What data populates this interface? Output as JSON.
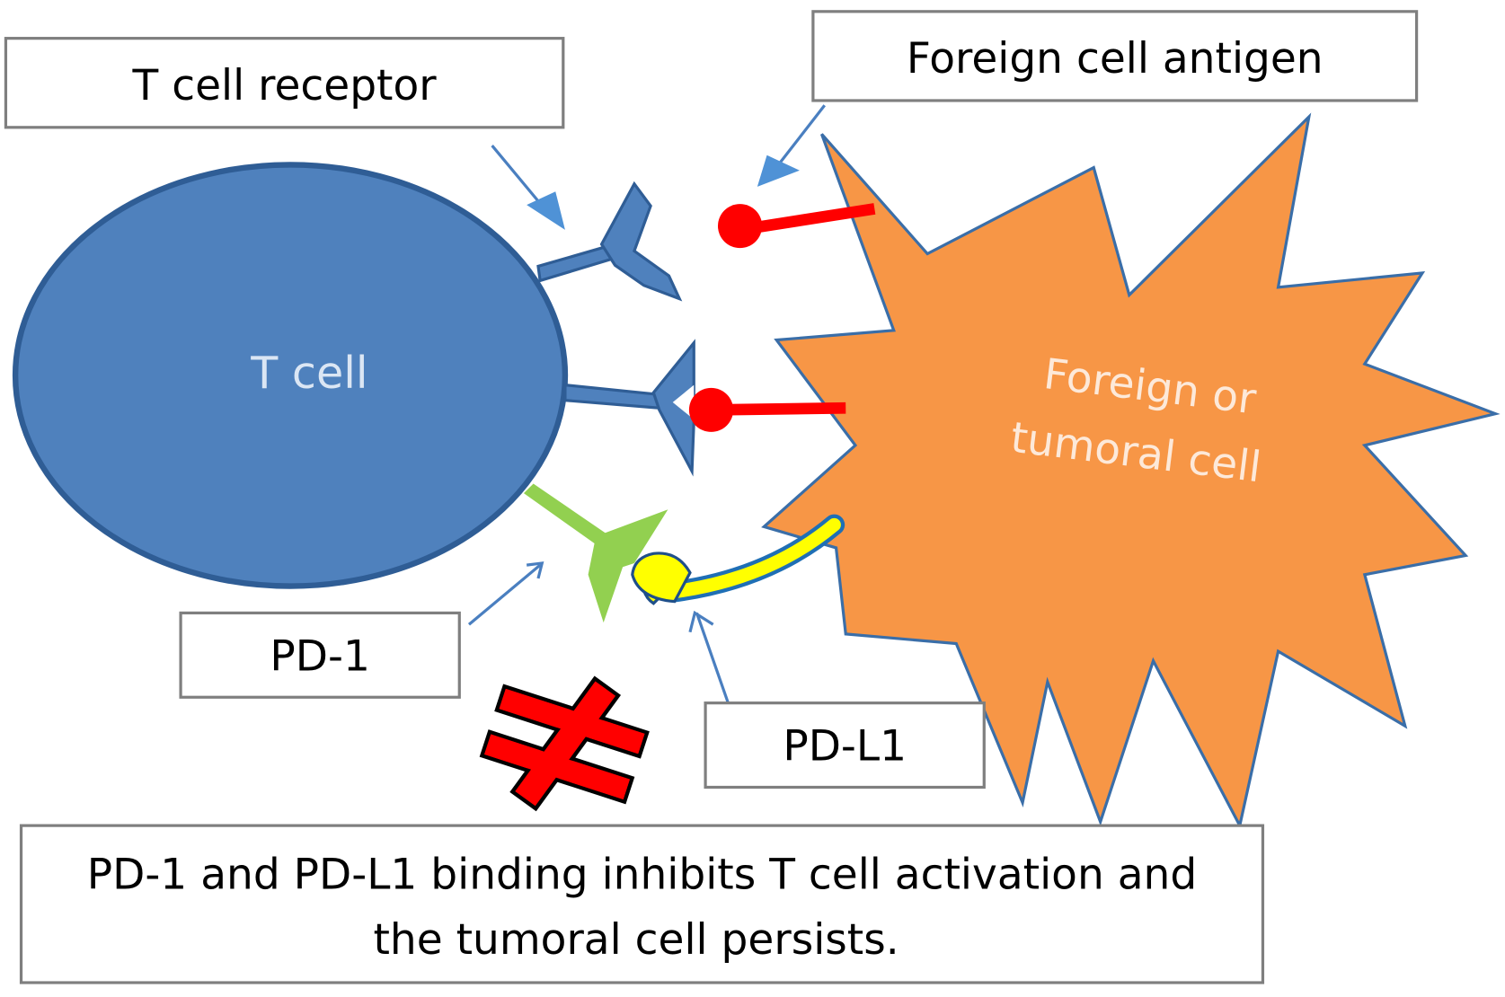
{
  "diagram": {
    "title": "PD-1 / PD-L1 inhibition of T cell activation",
    "labels": {
      "t_cell_receptor": "T cell receptor",
      "foreign_cell_antigen": "Foreign cell antigen",
      "pd1": "PD-1",
      "pdl1": "PD-L1"
    },
    "cells": {
      "t_cell": "T cell",
      "foreign_cell_line1": "Foreign or",
      "foreign_cell_line2": "tumoral cell"
    },
    "caption": {
      "line1": "PD-1 and PD-L1 binding inhibits T cell activation and",
      "line2": "the tumoral cell persists."
    },
    "symbols": {
      "not_equal": "not-equal"
    },
    "colors": {
      "t_cell_fill": "#4f81bd",
      "t_cell_stroke": "#2f5d95",
      "foreign_cell_fill": "#f79646",
      "foreign_cell_stroke": "#3a6ea8",
      "antigen": "#ff0000",
      "pd1": "#92d050",
      "pdl1": "#ffff00",
      "arrow": "#4a7fc0"
    }
  }
}
